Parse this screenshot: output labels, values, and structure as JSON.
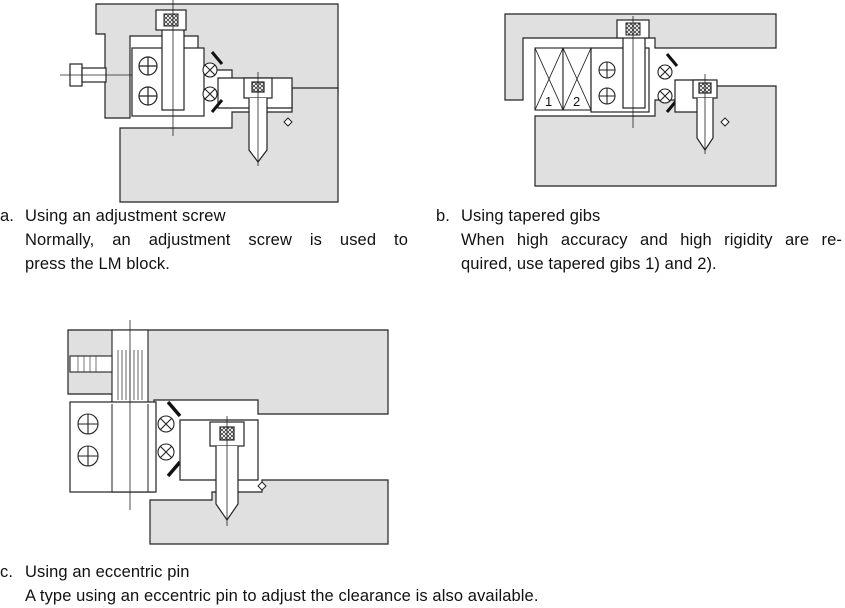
{
  "captions": {
    "a": {
      "marker": "a.",
      "title": "Using an adjustment screw",
      "line1": "Normally, an adjustment screw is used to",
      "line2": "press the LM block."
    },
    "b": {
      "marker": "b.",
      "title": "Using tapered gibs",
      "line1": "When high accuracy and high rigidity are re-",
      "line2": "quired, use tapered gibs 1) and 2)."
    },
    "c": {
      "marker": "c.",
      "title": "Using an eccentric pin",
      "line1": "A type using an eccentric pin to adjust the clearance is also available."
    }
  },
  "diagram_b": {
    "gib1_label": "1",
    "gib2_label": "2"
  }
}
